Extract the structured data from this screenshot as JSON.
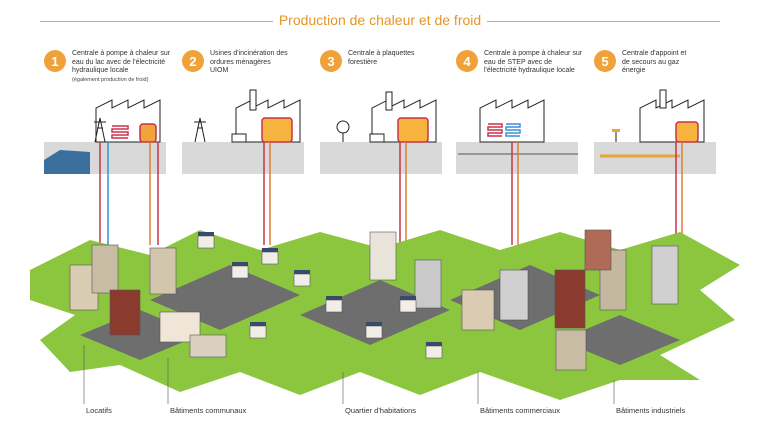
{
  "title": "Production de chaleur et de froid",
  "plants": [
    {
      "num": "1",
      "text": "Centrale à pompe à chaleur sur eau du lac avec de l'électricité hydraulique locale",
      "note": "(également production de froid)"
    },
    {
      "num": "2",
      "text": "Usines d'incinération des ordures ménagères UIOM",
      "note": ""
    },
    {
      "num": "3",
      "text": "Centrale à plaquettes forestière",
      "note": ""
    },
    {
      "num": "4",
      "text": "Centrale à pompe à chaleur sur eau de STEP avec de l'électricité hydraulique locale",
      "note": ""
    },
    {
      "num": "5",
      "text": "Centrale d'appoint et de secours au gaz énergie",
      "note": ""
    }
  ],
  "captions": [
    "Locatifs",
    "Bâtiments communaux",
    "Quartier d'habitations",
    "Bâtiments commerciaux",
    "Bâtiments industriels"
  ],
  "colors": {
    "accent": "#f0a23a",
    "green": "#8cc63f",
    "supply_red": "#c8334a",
    "return_blue": "#3a8fd6",
    "ground": "#d9d9d9"
  }
}
